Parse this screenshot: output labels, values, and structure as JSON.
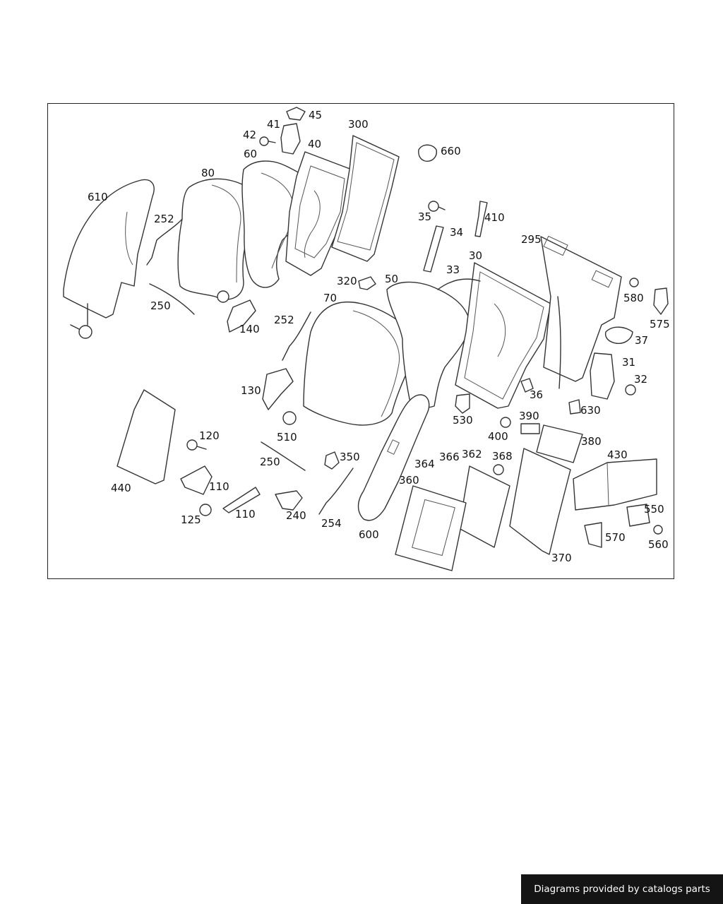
{
  "diagram": {
    "part_numbers": [
      "45",
      "41",
      "42",
      "40",
      "300",
      "660",
      "60",
      "80",
      "610",
      "252",
      "35",
      "410",
      "34",
      "295",
      "30",
      "33",
      "320",
      "50",
      "70",
      "580",
      "575",
      "250",
      "140",
      "252",
      "37",
      "31",
      "32",
      "130",
      "36",
      "630",
      "530",
      "510",
      "390",
      "400",
      "380",
      "120",
      "250",
      "350",
      "430",
      "364",
      "366",
      "362",
      "368",
      "110",
      "440",
      "550",
      "110",
      "240",
      "254",
      "125",
      "360",
      "600",
      "570",
      "560",
      "370"
    ]
  },
  "footer": {
    "credit": "Diagrams provided by catalogs parts"
  }
}
